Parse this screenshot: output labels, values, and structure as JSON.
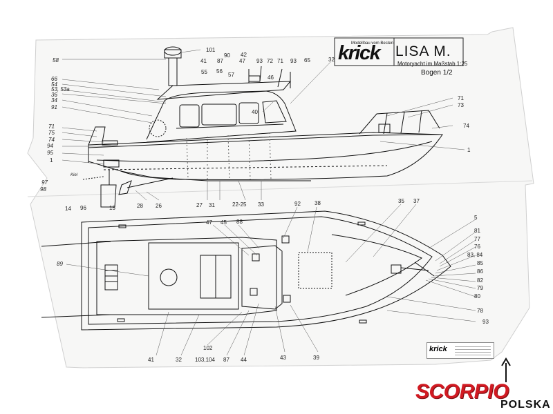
{
  "title_block": {
    "tagline": "Modellbau vom Besten",
    "brand": "krick",
    "model_name": "LISA M.",
    "subtitle": "Motoryacht im Maßstab 1:25",
    "sheet": "Bogen 1/2"
  },
  "stamp": {
    "brand": "krick"
  },
  "watermark": {
    "line1": "SCORPIO",
    "line2": "POLSKA"
  },
  "side_view_labels": {
    "c101": "101",
    "c58": "58",
    "c41": "41",
    "c55": "55",
    "c87": "87",
    "c90": "90",
    "c42": "42",
    "c47": "47",
    "c93a": "93",
    "c72": "72",
    "c71a": "71",
    "c93b": "93",
    "c65": "65",
    "c32": "32",
    "c56": "56",
    "c57": "57",
    "c46": "46",
    "c66": "66",
    "c54": "54",
    "c53": "53, 53a",
    "c36": "36",
    "c34": "34",
    "c91": "91",
    "c40": "40",
    "c71b": "71",
    "c73": "73",
    "c74a": "74",
    "c71c": "71",
    "c75": "75",
    "c74b": "74",
    "c94": "94",
    "c95": "95",
    "c1a": "1",
    "c1b": "1",
    "c97": "97",
    "c98": "98",
    "c14": "14",
    "c96": "96",
    "c15": "15",
    "c28": "28",
    "c26": "26",
    "c27": "27",
    "c31": "31",
    "c2225": "22-25",
    "c33": "33",
    "kiel": "Kiel"
  },
  "top_view_labels": {
    "c92": "92",
    "c38": "38",
    "c35": "35",
    "c37": "37",
    "c5": "5",
    "c47": "47",
    "c45": "45",
    "c88": "88",
    "c81": "81",
    "c77": "77",
    "c76": "76",
    "c8384": "83, 84",
    "c89": "89",
    "c85": "85",
    "c86": "86",
    "c82": "82",
    "c79": "79",
    "c80": "80",
    "c78": "78",
    "c93": "93",
    "c102": "102",
    "c41": "41",
    "c32": "32",
    "c103104": "103,104",
    "c87": "87",
    "c44": "44",
    "c43": "43",
    "c39": "39"
  }
}
